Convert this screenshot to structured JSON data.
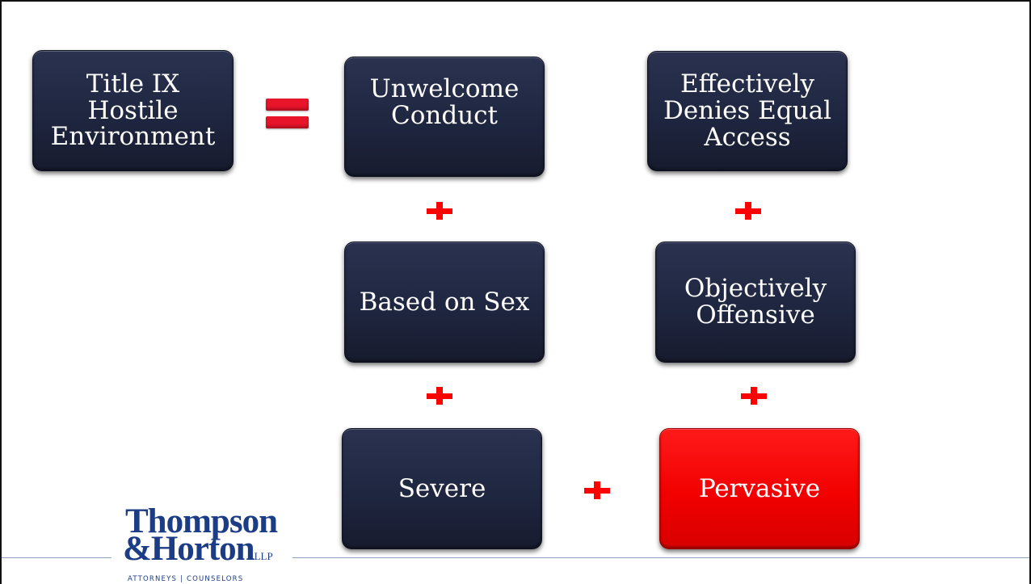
{
  "boxes": {
    "title": "Title IX\nHostile\nEnvironment",
    "unwelcome": "Unwelcome\nConduct",
    "based_on_sex": "Based on Sex",
    "severe": "Severe",
    "effectively": "Effectively\nDenies Equal\nAccess",
    "objectively": "Objectively\nOffensive",
    "pervasive": "Pervasive"
  },
  "logo": {
    "line1": "Thompson",
    "line2": "&Horton",
    "llp": "LLP",
    "tagline": "ATTORNEYS | COUNSELORS"
  },
  "colors": {
    "box_navy": "#1f2640",
    "highlight_red": "#f20000",
    "operator_red": "#ff0000",
    "logo_blue": "#1c3d86",
    "rule_line": "#8da0bf"
  },
  "icons": [
    "equals-icon",
    "plus-icon"
  ]
}
